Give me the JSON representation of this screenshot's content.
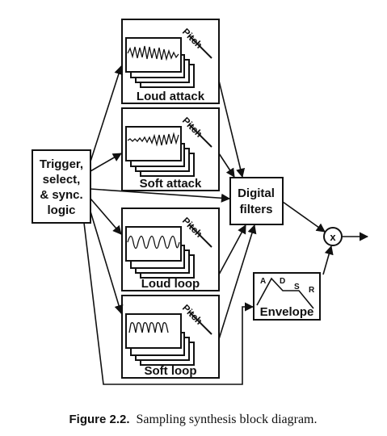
{
  "diagram": {
    "trigger": {
      "lines": [
        "Trigger,",
        "select,",
        "& sync.",
        "logic"
      ]
    },
    "samples": [
      {
        "label": "Loud attack",
        "pitch": "Pitch"
      },
      {
        "label": "Soft attack",
        "pitch": "Pitch"
      },
      {
        "label": "Loud loop",
        "pitch": "Pitch"
      },
      {
        "label": "Soft loop",
        "pitch": "Pitch"
      }
    ],
    "filters": {
      "lines": [
        "Digital",
        "filters"
      ]
    },
    "envelope": {
      "label": "Envelope",
      "stages": [
        "A",
        "D",
        "S",
        "R"
      ]
    },
    "multiplier": {
      "symbol": "x"
    }
  },
  "caption": {
    "figure": "Figure 2.2.",
    "text": "Sampling synthesis block diagram."
  }
}
